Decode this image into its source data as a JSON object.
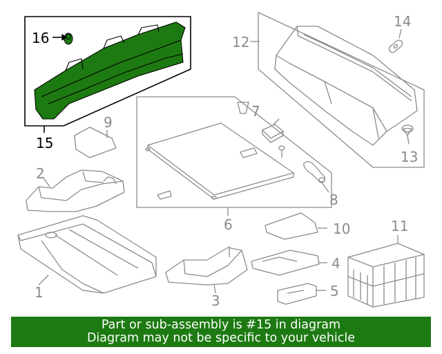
{
  "callouts": {
    "c1": "1",
    "c2": "2",
    "c3": "3",
    "c4": "4",
    "c5": "5",
    "c6": "6",
    "c7": "7",
    "c8": "8",
    "c9": "9",
    "c10": "10",
    "c11": "11",
    "c12": "12",
    "c13": "13",
    "c14": "14",
    "c15": "15",
    "c16": "16"
  },
  "banner": {
    "line1": "Part or sub-assembly is #15 in diagram",
    "line2": "Diagram may not be specific to your vehicle"
  },
  "colors": {
    "highlight": "#1d7a12",
    "part_line": "#8a8a8a",
    "banner_bg": "#1d7a12",
    "banner_text": "#ffffff"
  }
}
